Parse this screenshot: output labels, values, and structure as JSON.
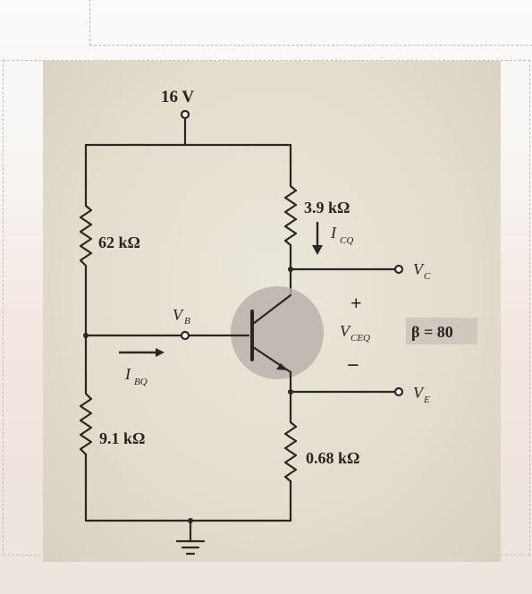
{
  "supply_label": "16 V",
  "resistors": {
    "r1_label": "62 kΩ",
    "r2_label": "9.1 kΩ",
    "rc_label": "3.9 kΩ",
    "re_label": "0.68 kΩ"
  },
  "nodes": {
    "vb": "V",
    "vb_sub": "B",
    "vc": "V",
    "vc_sub": "C",
    "ve": "V",
    "ve_sub": "E"
  },
  "currents": {
    "icq": "I",
    "icq_sub": "CQ",
    "ibq": "I",
    "ibq_sub": "BQ"
  },
  "vceq": {
    "plus": "+",
    "label": "V",
    "sub": "CEQ",
    "minus": "−"
  },
  "beta_label": "β = 80"
}
